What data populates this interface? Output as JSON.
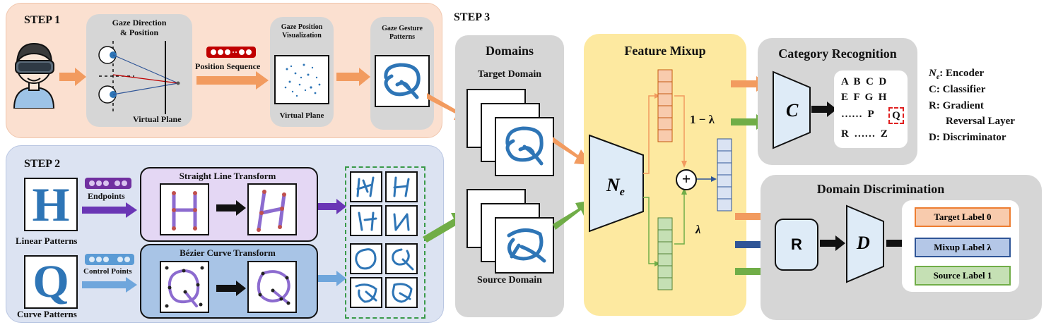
{
  "steps": {
    "step1": "STEP 1",
    "step2": "STEP 2",
    "step3": "STEP 3"
  },
  "step1": {
    "gaze_dir_title": "Gaze Direction\n& Position",
    "virtual_plane_1": "Virtual Plane",
    "position_sequence": "Position Sequence",
    "gaze_pos_vis_title": "Gaze Position\nVisualization",
    "virtual_plane_2": "Virtual Plane",
    "gaze_gesture_title": "Gaze Gesture\nPatterns"
  },
  "step2": {
    "linear_letter": "H",
    "linear_patterns": "Linear Patterns",
    "endpoints": "Endpoints",
    "straight_title": "Straight Line Transform",
    "curve_letter": "Q",
    "curve_patterns": "Curve Patterns",
    "control_points": "Control Points",
    "bezier_title": "Bézier Curve Transform"
  },
  "domains": {
    "title": "Domains",
    "target": "Target Domain",
    "source": "Source Domain"
  },
  "feature_mixup": {
    "title": "Feature Mixup",
    "encoder_label": "N",
    "encoder_sub": "e",
    "one_minus_lambda": "1 − λ",
    "lambda": "λ",
    "plus": "+"
  },
  "category": {
    "title": "Category Recognition",
    "classifier": "C",
    "rows": [
      "A  B  C  D",
      "E  F  G  H",
      "……  P",
      "R  ……  Z"
    ],
    "highlight": "Q"
  },
  "legend": {
    "ne_sym": "N",
    "ne_sub": "e",
    "ne_text": ": Encoder",
    "c_text": "C: Classifier",
    "r_text1": "R: Gradient",
    "r_text2": "Reversal Layer",
    "d_text": "D: Discriminator"
  },
  "domain_disc": {
    "title": "Domain Discrimination",
    "r_box": "R",
    "d_label": "D",
    "target_label": "Target Label 0",
    "mixup_label": "Mixup Label λ",
    "source_label": "Source Label 1"
  },
  "colors": {
    "step1_bg": "#fbe0d0",
    "step2_bg": "#dce3f2",
    "mixup_bg": "#fde9a0",
    "gray_panel": "#d6d6d6",
    "orange_arrow": "#f29b5f",
    "green_arrow": "#70ad47",
    "purple_arrow": "#6a36b5",
    "lightblue_arrow": "#6fa6dc",
    "navy_arrow": "#2f5597",
    "straight_bg": "#e4d7f4",
    "bezier_bg": "#a8c4e6",
    "gesture_blue": "#2e75b6",
    "target_label_bg": "#f8cbad",
    "mixup_label_bg": "#b4c7e7",
    "source_label_bg": "#c5e0b4"
  }
}
